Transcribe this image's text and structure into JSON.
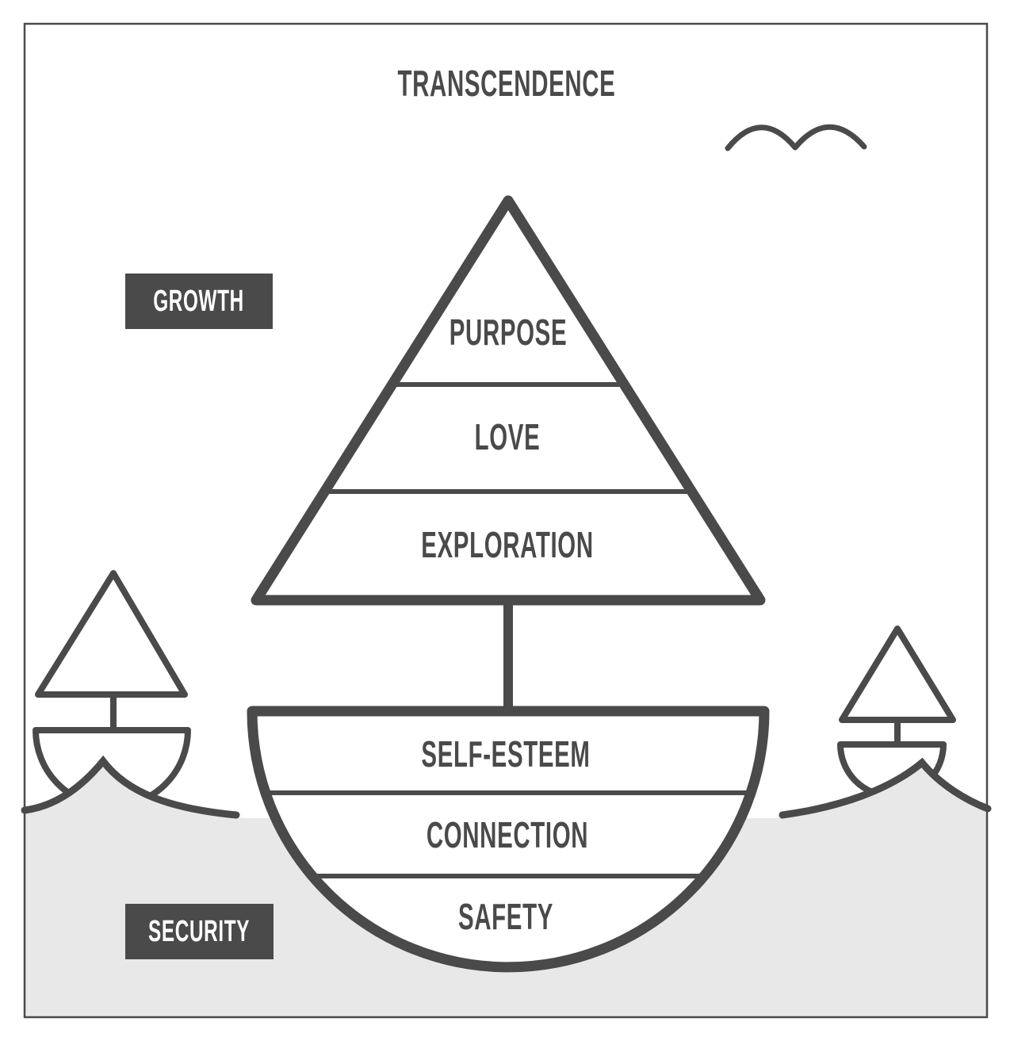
{
  "diagram": {
    "title": "TRANSCENDENCE",
    "growth_label": "GROWTH",
    "security_label": "SECURITY",
    "sail": {
      "purpose": "PURPOSE",
      "love": "LOVE",
      "exploration": "EXPLORATION"
    },
    "hull": {
      "self_esteem": "SELF-ESTEEM",
      "connection": "CONNECTION",
      "safety": "SAFETY"
    }
  },
  "colors": {
    "ink": "#4a4a4a",
    "water": "#e8e8e8",
    "background": "#ffffff",
    "tag_text": "#ffffff"
  }
}
